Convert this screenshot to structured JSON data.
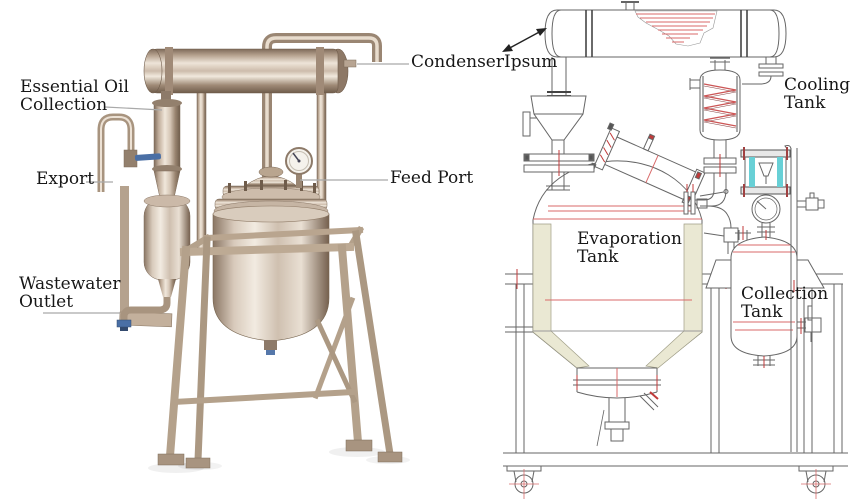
{
  "labels": {
    "essential_oil_collection": [
      "Essential Oil",
      "Collection"
    ],
    "export": [
      "Export"
    ],
    "wastewater_outlet": [
      "Wastewater",
      "Outlet"
    ],
    "condenser": [
      "CondenserIpsum"
    ],
    "feed_port": [
      "Feed Port"
    ],
    "cooling_tank": [
      "Cooling",
      "Tank"
    ],
    "evaporation_tank": [
      "Evaporation",
      "Tank"
    ],
    "collection_tank": [
      "Collection",
      "Tank"
    ]
  },
  "colors": {
    "background": "#ffffff",
    "label_text": "#171717",
    "leader_line": "#a9a9a9",
    "arrow_black": "#222222",
    "drawing_line": "#666666",
    "accent_red": "#d96a6a",
    "bolt_red": "#c03a3a",
    "jacket_beige": "#eae8d3",
    "sight_glass_cyan": "#68d0d6",
    "steel_highlight": "#f0e8dc",
    "steel_shadow": "#75624f",
    "stand_tan": "#b9a58f",
    "valve_handle_blue": "#4a6fa5"
  }
}
